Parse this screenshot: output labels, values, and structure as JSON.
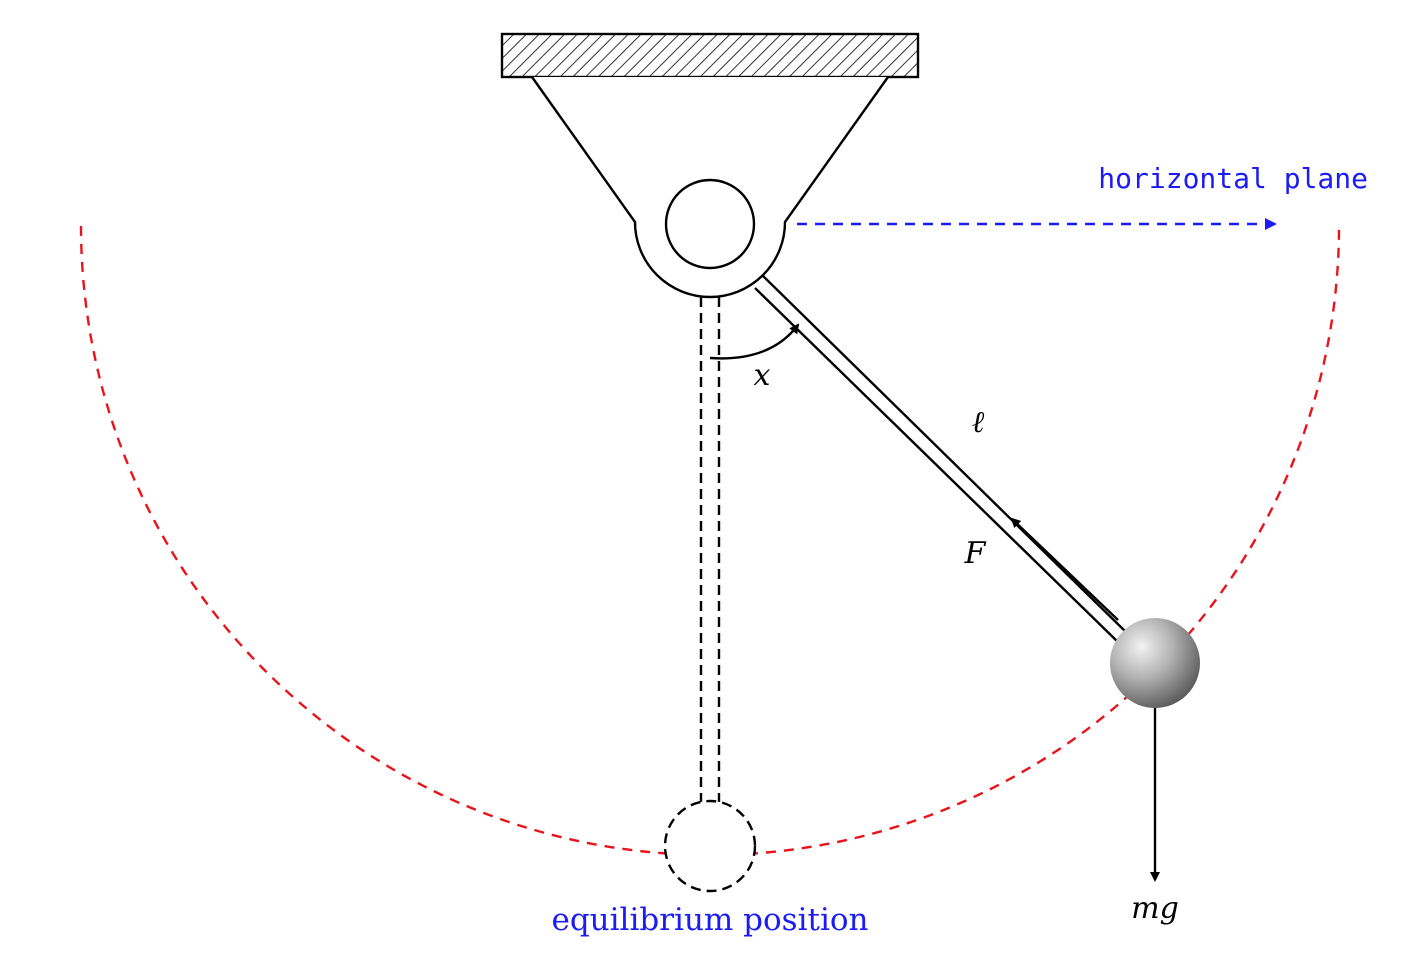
{
  "labels": {
    "horizontal_plane": "horizontal plane",
    "equilibrium_position": "equilibrium position",
    "angle": "x",
    "length": "ℓ",
    "tension": "F",
    "weight": "mg"
  },
  "colors": {
    "stroke": "#000000",
    "swing_path": "#e8141b",
    "horizontal_arrow": "#1b1bf5",
    "annotation_text": "#1b1bf5",
    "bob_highlight": "#f2f2f2",
    "bob_shadow": "#555555"
  }
}
